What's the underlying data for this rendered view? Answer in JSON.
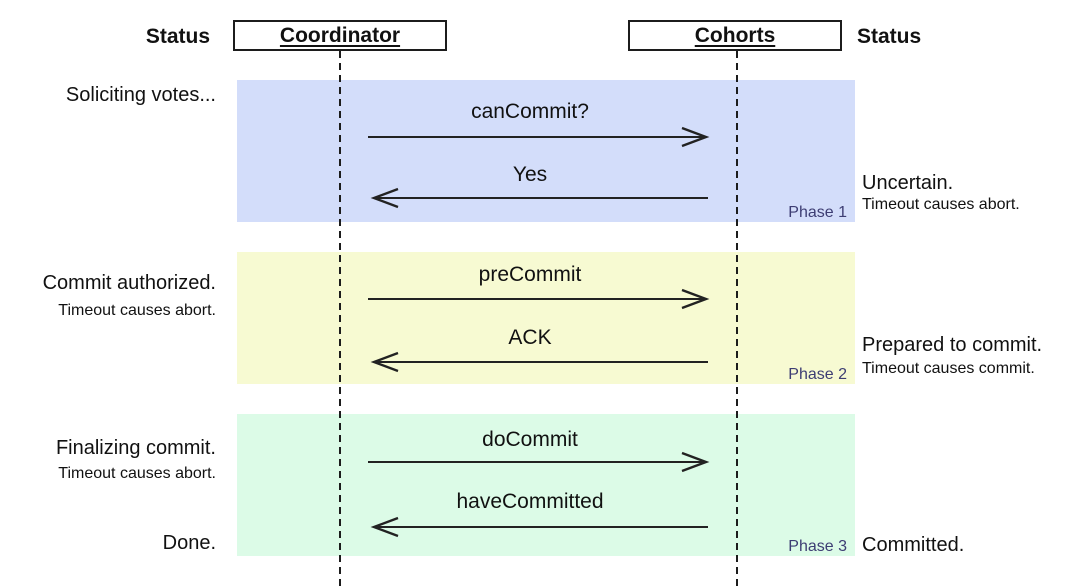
{
  "headers": {
    "status_left": "Status",
    "coordinator": "Coordinator",
    "cohorts": "Cohorts",
    "status_right": "Status"
  },
  "colors": {
    "phase1_band": "#d3ddfa",
    "phase2_band": "#f7fad2",
    "phase3_band": "#dcfbe7",
    "phase_label_text": "#3d3d73",
    "line_color": "#1c1c1c"
  },
  "phases": [
    {
      "label": "Phase 1",
      "band_color": "#d3ddfa",
      "messages": [
        {
          "text": "canCommit?",
          "direction": "coordinator-to-cohorts"
        },
        {
          "text": "Yes",
          "direction": "cohorts-to-coordinator"
        }
      ],
      "coordinator_status": {
        "primary": "Soliciting votes...",
        "secondary": ""
      },
      "cohort_status": {
        "primary": "Uncertain.",
        "secondary": "Timeout causes abort."
      }
    },
    {
      "label": "Phase 2",
      "band_color": "#f7fad2",
      "messages": [
        {
          "text": "preCommit",
          "direction": "coordinator-to-cohorts"
        },
        {
          "text": "ACK",
          "direction": "cohorts-to-coordinator"
        }
      ],
      "coordinator_status": {
        "primary": "Commit authorized.",
        "secondary": "Timeout causes abort."
      },
      "cohort_status": {
        "primary": "Prepared to commit.",
        "secondary": "Timeout causes commit."
      }
    },
    {
      "label": "Phase 3",
      "band_color": "#dcfbe7",
      "messages": [
        {
          "text": "doCommit",
          "direction": "coordinator-to-cohorts"
        },
        {
          "text": "haveCommitted",
          "direction": "cohorts-to-coordinator"
        }
      ],
      "coordinator_status": {
        "primary": "Finalizing commit.",
        "secondary": "Timeout causes abort."
      },
      "coordinator_status_end": "Done.",
      "cohort_status": {
        "primary": "Committed.",
        "secondary": ""
      }
    }
  ]
}
